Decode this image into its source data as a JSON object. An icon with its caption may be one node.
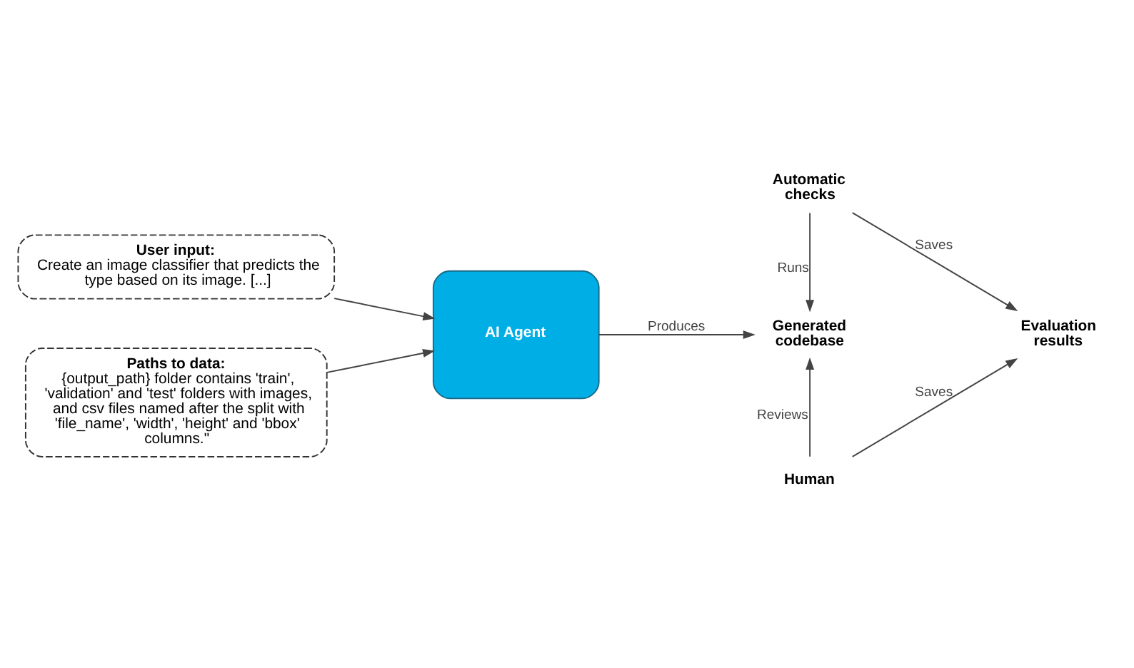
{
  "diagram": {
    "nodes": [
      {
        "text": [
          "**User input:**",
          "Create an image classifier that predicts the type based on its image. [...]"
        ]
      },
      {
        "text": [
          "**Paths to data:**",
          "{output_path} folder contains 'train', 'validation' and 'test' folders with images, and csv files named after the split with 'file_name', 'width', 'height' and 'bbox' columns.\""
        ]
      },
      {
        "text": [
          "AI Agent"
        ]
      },
      {
        "text": [
          "Automatic checks"
        ]
      },
      {
        "text": [
          "Generated codebase"
        ]
      },
      {
        "text": [
          "Evaluation results"
        ]
      },
      {
        "text": [
          "Human"
        ]
      }
    ],
    "edges": [
      {
        "from": 0,
        "to": 2,
        "arrow": "to"
      },
      {
        "from": 1,
        "to": 2,
        "arrow": "to"
      },
      {
        "from": 2,
        "to": 4,
        "arrow": "to",
        "label": "Produces"
      },
      {
        "from": 3,
        "to": 4,
        "arrow": "to",
        "label": "Runs"
      },
      {
        "from": 3,
        "to": 5,
        "arrow": "to",
        "label": "Saves"
      },
      {
        "from": 6,
        "to": 4,
        "arrow": "to",
        "label": "Reviews"
      },
      {
        "from": 6,
        "to": 5,
        "arrow": "to",
        "label": "Saves"
      }
    ]
  }
}
